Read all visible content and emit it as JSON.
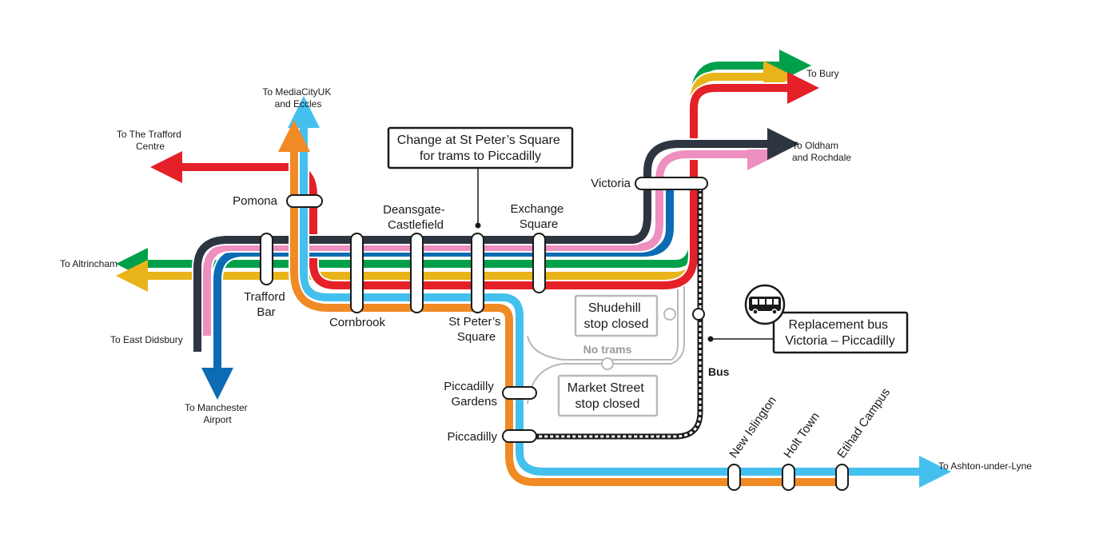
{
  "colors": {
    "red": "#e42128",
    "green": "#00a04b",
    "yellow": "#e9b419",
    "navy": "#2d3640",
    "pink": "#ed8fbf",
    "blue": "#0c6bb3",
    "lightblue": "#44c0ef",
    "orange": "#f08a24",
    "grey": "#b8b8b8"
  },
  "destinations": {
    "bury": "To Bury",
    "oldham": [
      "To Oldham",
      "and Rochdale"
    ],
    "mediacity": [
      "To MediaCityUK",
      "and Eccles"
    ],
    "trafford_centre": [
      "To The Trafford",
      "Centre"
    ],
    "altrincham": "To Altrincham",
    "east_didsbury": "To East Didsbury",
    "airport": [
      "To Manchester",
      "Airport"
    ],
    "ashton": "To Ashton-under-Lyne"
  },
  "stations": {
    "pomona": "Pomona",
    "trafford_bar": [
      "Trafford",
      "Bar"
    ],
    "cornbrook": "Cornbrook",
    "deansgate": [
      "Deansgate-",
      "Castlefield"
    ],
    "st_peters": [
      "St Peter’s",
      "Square"
    ],
    "exchange": [
      "Exchange",
      "Square"
    ],
    "victoria": "Victoria",
    "piccadilly_gardens": [
      "Piccadilly",
      "Gardens"
    ],
    "piccadilly": "Piccadilly",
    "new_islington": "New Islington",
    "holt_town": "Holt Town",
    "etihad": "Etihad Campus"
  },
  "notices": {
    "change": [
      "Change at St Peter’s Square",
      "for trams to Piccadilly"
    ],
    "shudehill": [
      "Shudehill",
      "stop closed"
    ],
    "market_street": [
      "Market Street",
      "stop closed"
    ],
    "no_trams": "No trams",
    "replacement_bus": [
      "Replacement bus",
      "Victoria – Piccadilly"
    ],
    "bus": "Bus"
  },
  "icons": {
    "bus": "bus-icon"
  }
}
